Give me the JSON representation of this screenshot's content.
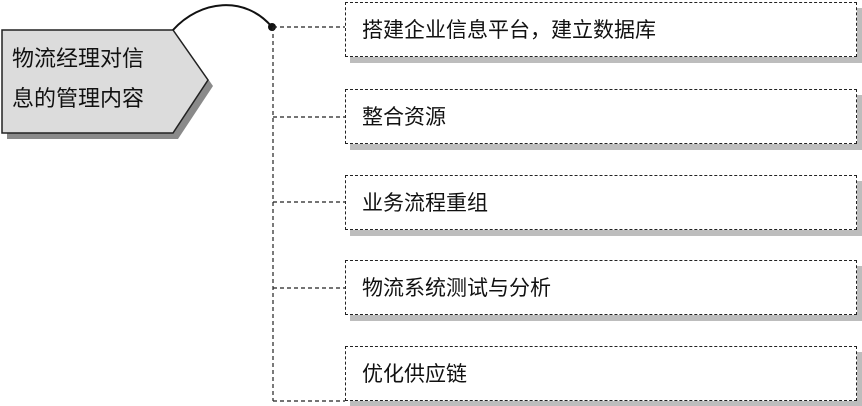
{
  "root": {
    "label_line1": "物流经理对信",
    "label_line2": "息的管理内容"
  },
  "items": [
    "搭建企业信息平台，建立数据库",
    "整合资源",
    "业务流程重组",
    "物流系统测试与分析",
    "优化供应链"
  ]
}
